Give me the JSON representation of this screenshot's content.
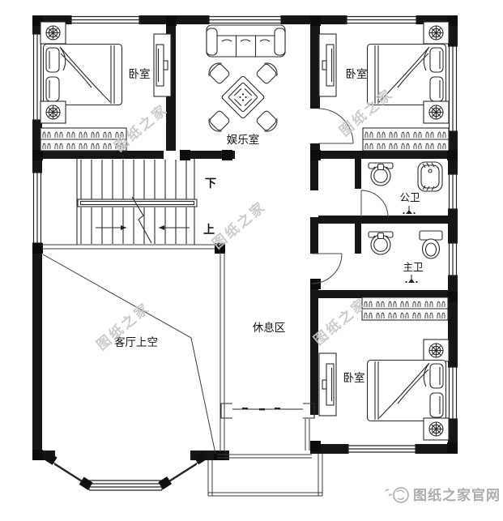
{
  "plan": {
    "labels": {
      "bedroom_top_left": "卧室",
      "bedroom_top_right": "卧室",
      "bedroom_bottom_right": "卧室",
      "entertainment_room": "娱乐室",
      "public_bathroom": "公卫",
      "master_bathroom": "主卫",
      "rest_area": "休息区",
      "living_room_void": "客厅上空",
      "stair_down": "下",
      "stair_up": "上"
    },
    "fixture_icons": [
      "bed-icon",
      "nightstand-lamp-icon",
      "wardrobe-icon",
      "tv-cabinet-icon",
      "sofa-icon",
      "game-table-icon",
      "chair-icon",
      "washbasin-icon",
      "bathtub-icon",
      "toilet-icon",
      "floor-drain-icon",
      "stairs-icon",
      "bay-window-icon",
      "railing-icon",
      "door-arc-icon"
    ]
  },
  "watermark": {
    "text": "图纸之家",
    "color": "#c6c6c6"
  },
  "footer_logo": {
    "text": "图纸之家官网",
    "color": "#adadad",
    "icon": "blueprint-home-logo"
  },
  "colors": {
    "background": "#ffffff",
    "wall": "#161616",
    "furniture_line": "#2b2b2b"
  }
}
